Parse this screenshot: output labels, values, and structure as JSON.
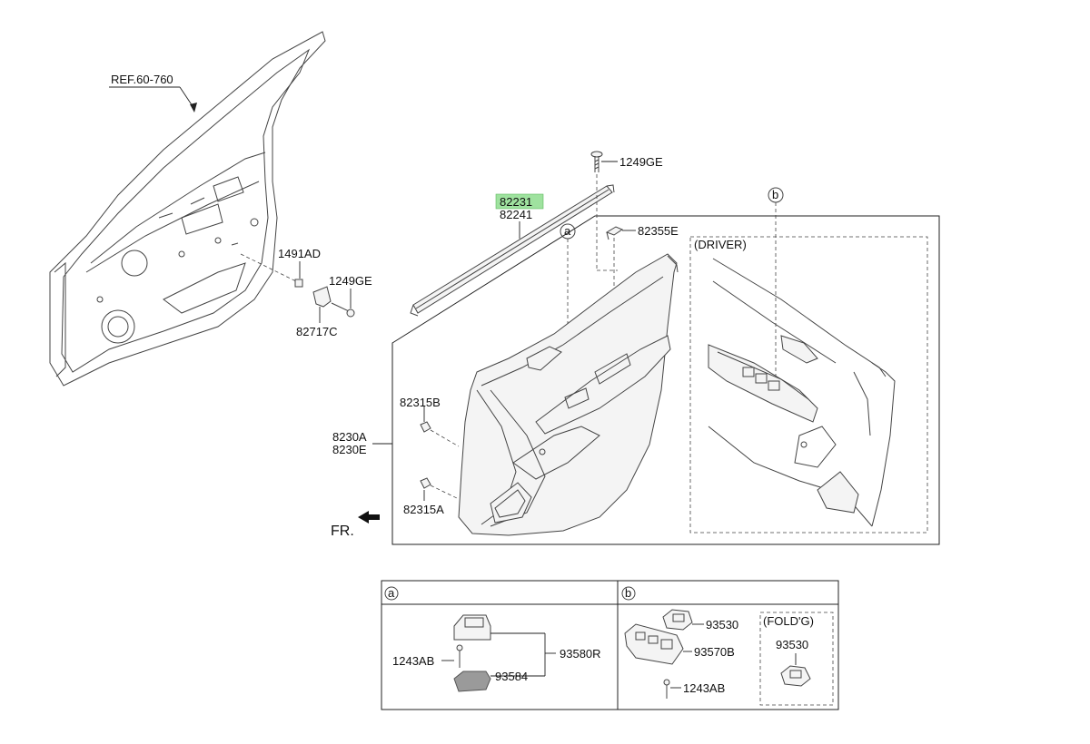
{
  "labels": {
    "ref": "REF.60-760",
    "p1249ge_top": "1249GE",
    "p82231": "82231",
    "p82241": "82241",
    "p82355e": "82355E",
    "p1491ad": "1491AD",
    "p1249ge_mid": "1249GE",
    "p82717c": "82717C",
    "p82315b": "82315B",
    "p8230a": "8230A",
    "p8230e": "8230E",
    "p82315a": "82315A",
    "fr": "FR.",
    "driver": "(DRIVER)",
    "callout_a": "a",
    "callout_b": "b",
    "box_a": "a",
    "box_b": "b",
    "p1243ab_a": "1243AB",
    "p93580r": "93580R",
    "p93584": "93584",
    "p93530_b": "93530",
    "p93570b": "93570B",
    "p1243ab_b": "1243AB",
    "folding": "(FOLD'G)",
    "p93530_fold": "93530"
  },
  "colors": {
    "highlight": "#9fe29f",
    "line": "#444444"
  }
}
